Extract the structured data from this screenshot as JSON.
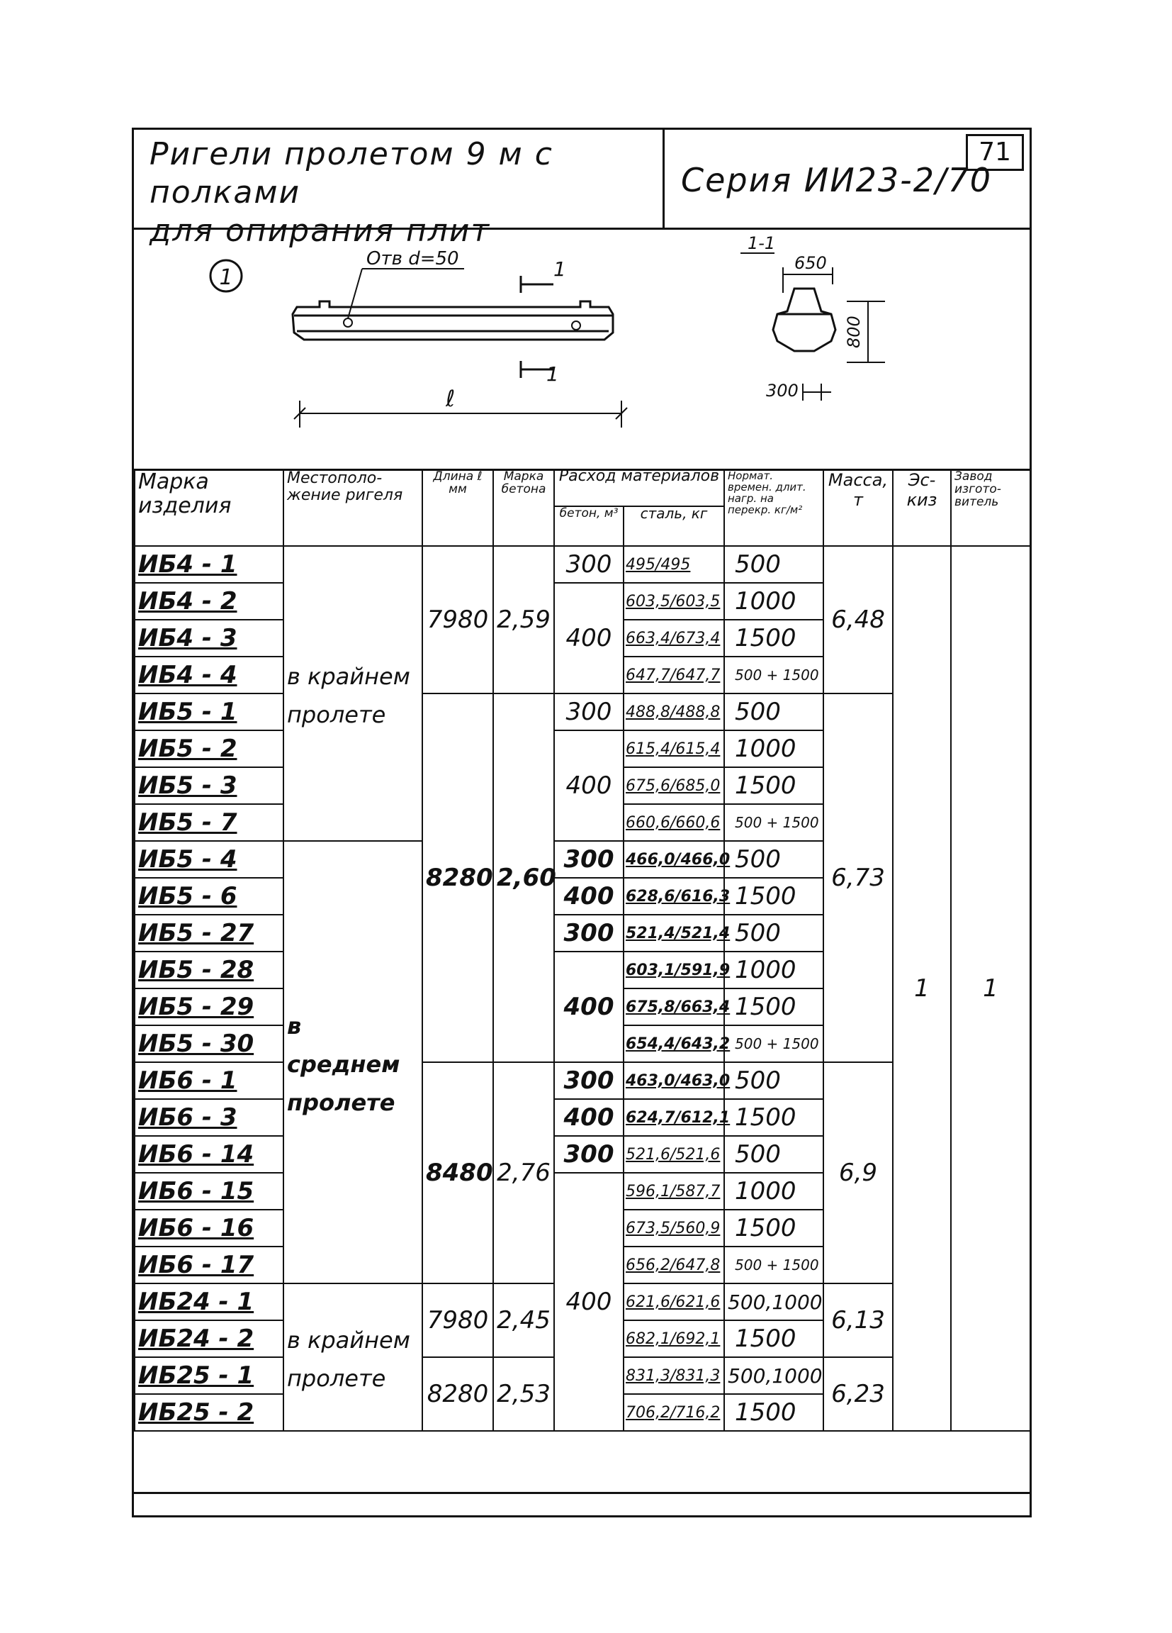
{
  "title_block": {
    "title_line1": "Ригели пролетом 9 м с полками",
    "title_line2": "для опирания плит",
    "series": "Серия ИИ23-2/70",
    "page_number": "71"
  },
  "drawing": {
    "circle_label": "1",
    "hole_label": "Отв d=50",
    "length_label": "ℓ",
    "section_mark_top": "1",
    "section_mark_bottom": "1",
    "section_title": "1-1",
    "dim_top_width": "650",
    "dim_height": "800",
    "dim_bottom_width": "300"
  },
  "table": {
    "headers": {
      "mark": "Марка изделия",
      "location": "Местополо-жение ригеля",
      "length": "Длина ℓ мм",
      "concrete_grade": "Марка бетона",
      "consumption": "Расход материалов",
      "concrete_volume": "бетон, м³",
      "steel": "сталь, кг",
      "load": "Нормат. времен. длит. нагр. на перекр. кг/м²",
      "mass": "Масса, т",
      "sketch": "Эс-киз",
      "plant": "Завод изгото-витель"
    },
    "rows": [
      {
        "mark": "ИБ4 - 1",
        "steel": "495/495",
        "load": "500"
      },
      {
        "mark": "ИБ4 - 2",
        "steel": "603,5/603,5",
        "load": "1000"
      },
      {
        "mark": "ИБ4 - 3",
        "steel": "663,4/673,4",
        "load": "1500"
      },
      {
        "mark": "ИБ4 - 4",
        "steel": "647,7/647,7",
        "load": "500 + 1500"
      },
      {
        "mark": "ИБ5 - 1",
        "steel": "488,8/488,8",
        "load": "500"
      },
      {
        "mark": "ИБ5 - 2",
        "steel": "615,4/615,4",
        "load": "1000"
      },
      {
        "mark": "ИБ5 - 3",
        "steel": "675,6/685,0",
        "load": "1500"
      },
      {
        "mark": "ИБ5 - 7",
        "steel": "660,6/660,6",
        "load": "500 + 1500"
      },
      {
        "mark": "ИБ5 - 4",
        "steel": "466,0/466,0",
        "load": "500"
      },
      {
        "mark": "ИБ5 - 6",
        "steel": "628,6/616,3",
        "load": "1500"
      },
      {
        "mark": "ИБ5 - 27",
        "steel": "521,4/521,4",
        "load": "500"
      },
      {
        "mark": "ИБ5 - 28",
        "steel": "603,1/591,9",
        "load": "1000"
      },
      {
        "mark": "ИБ5 - 29",
        "steel": "675,8/663,4",
        "load": "1500"
      },
      {
        "mark": "ИБ5 - 30",
        "steel": "654,4/643,2",
        "load": "500 + 1500"
      },
      {
        "mark": "ИБ6 - 1",
        "steel": "463,0/463,0",
        "load": "500"
      },
      {
        "mark": "ИБ6 - 3",
        "steel": "624,7/612,1",
        "load": "1500"
      },
      {
        "mark": "ИБ6 - 14",
        "steel": "521,6/521,6",
        "load": "500"
      },
      {
        "mark": "ИБ6 - 15",
        "steel": "596,1/587,7",
        "load": "1000"
      },
      {
        "mark": "ИБ6 - 16",
        "steel": "673,5/560,9",
        "load": "1500"
      },
      {
        "mark": "ИБ6 - 17",
        "steel": "656,2/647,8",
        "load": "500 + 1500"
      },
      {
        "mark": "ИБ24 - 1",
        "steel": "621,6/621,6",
        "load": "500,1000"
      },
      {
        "mark": "ИБ24 - 2",
        "steel": "682,1/692,1",
        "load": "1500"
      },
      {
        "mark": "ИБ25 - 1",
        "steel": "831,3/831,3",
        "load": "500,1000"
      },
      {
        "mark": "ИБ25 - 2",
        "steel": "706,2/716,2",
        "load": "1500"
      }
    ],
    "locations": {
      "edge_1": "в крайнем пролете",
      "middle": "в среднем пролете",
      "edge_2": "в крайнем пролете"
    },
    "lengths": {
      "g1": "7980",
      "g2": "8280",
      "g3": "8480",
      "g4": "7980",
      "g5": "8280"
    },
    "grades": {
      "g1": "2,59",
      "g2": "2,60",
      "g3": "2,76",
      "g4": "2,45",
      "g5": "2,53"
    },
    "concrete": {
      "c300": "300",
      "c400": "400"
    },
    "masses": {
      "m1": "6,48",
      "m2": "6,73",
      "m3": "6,9",
      "m4": "6,13",
      "m5": "6,23"
    },
    "sketch_value": "1",
    "plant_value": "1"
  }
}
